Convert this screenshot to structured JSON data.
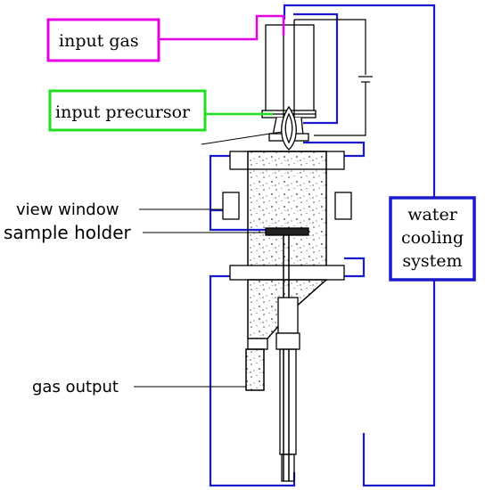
{
  "labels": {
    "input_gas": "input gas",
    "input_precursor": "input precursor",
    "view_window": "view window",
    "sample_holder": "sample holder",
    "gas_output": "gas output",
    "water_cooling_line1": "water",
    "water_cooling_line2": "cooling",
    "water_cooling_line3": "system"
  },
  "colors": {
    "input_gas": "#e600e6",
    "input_precursor": "#22dd22",
    "water_cooling": "#1a1acc",
    "outline": "#000000"
  }
}
